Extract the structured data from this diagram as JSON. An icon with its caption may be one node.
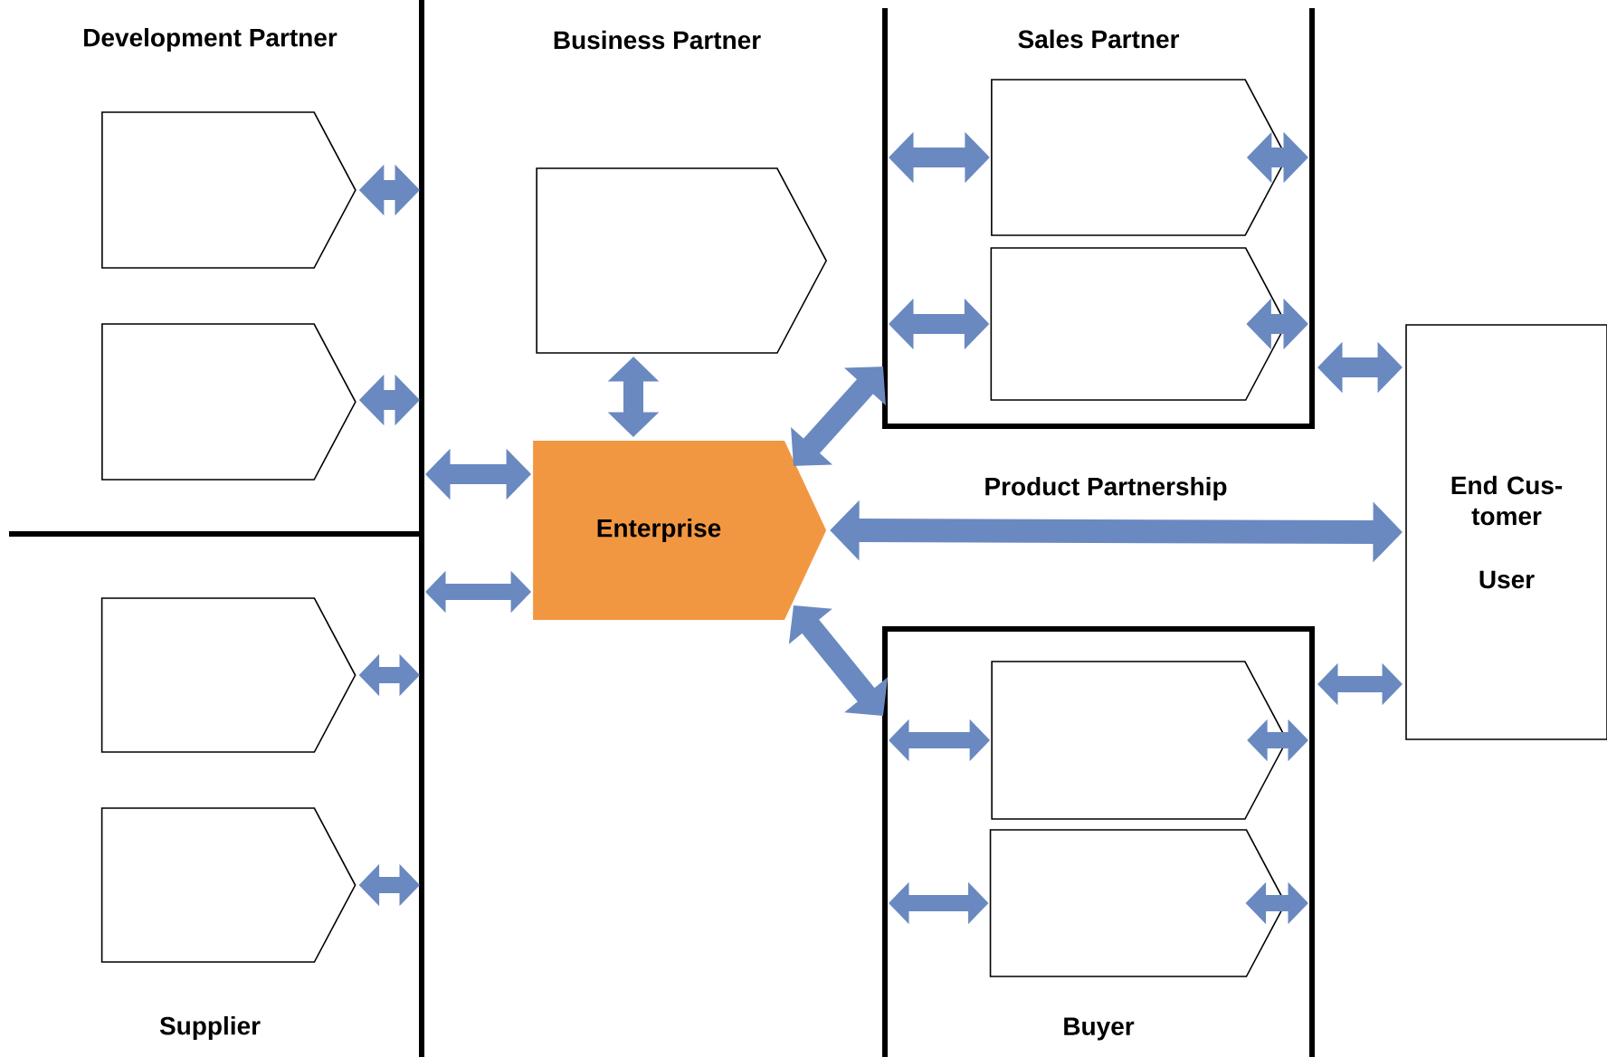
{
  "diagram": {
    "nodes": [
      {
        "text": [],
        "shape": "pentagon"
      },
      {
        "text": [],
        "shape": "pentagon"
      },
      {
        "text": [],
        "shape": "pentagon"
      },
      {
        "text": [],
        "shape": "pentagon"
      },
      {
        "text": [],
        "shape": "pentagon"
      },
      {
        "text": [
          "Enterprise"
        ]
      },
      {
        "text": [
          "Sales Partner"
        ]
      },
      {
        "text": [],
        "shape": "pentagon",
        "in": 6
      },
      {
        "text": [],
        "shape": "pentagon",
        "in": 6
      },
      {
        "text": [
          "Buyer"
        ]
      },
      {
        "text": [],
        "shape": "pentagon",
        "in": 9
      },
      {
        "text": [],
        "shape": "pentagon",
        "in": 9
      },
      {
        "text": [
          "End Cus- tomer",
          "User"
        ]
      }
    ],
    "edges": [
      {
        "from": 0,
        "to": null,
        "arrow": "both"
      },
      {
        "from": 1,
        "to": null,
        "arrow": "both"
      },
      {
        "from": 2,
        "to": null,
        "arrow": "both"
      },
      {
        "from": 3,
        "to": null,
        "arrow": "both"
      },
      {
        "from": null,
        "to": 5,
        "arrow": "both"
      },
      {
        "from": null,
        "to": 5,
        "arrow": "both"
      },
      {
        "from": 4,
        "to": 5,
        "arrow": "both"
      },
      {
        "from": 5,
        "to": 6,
        "arrow": "both"
      },
      {
        "from": 5,
        "to": 12,
        "arrow": "both",
        "label": "Product Partnership"
      },
      {
        "from": 5,
        "to": 9,
        "arrow": "both"
      },
      {
        "from": null,
        "to": 7,
        "arrow": "both"
      },
      {
        "from": 7,
        "to": null,
        "arrow": "both"
      },
      {
        "from": null,
        "to": 8,
        "arrow": "both"
      },
      {
        "from": 8,
        "to": null,
        "arrow": "both"
      },
      {
        "from": null,
        "to": 10,
        "arrow": "both"
      },
      {
        "from": 10,
        "to": null,
        "arrow": "both"
      },
      {
        "from": null,
        "to": 11,
        "arrow": "both"
      },
      {
        "from": 11,
        "to": null,
        "arrow": "both"
      },
      {
        "from": 6,
        "to": 12,
        "arrow": "both"
      },
      {
        "from": 9,
        "to": 12,
        "arrow": "both"
      }
    ],
    "labels": [
      "Development Partner",
      "Business Partner",
      "Supplier"
    ]
  }
}
